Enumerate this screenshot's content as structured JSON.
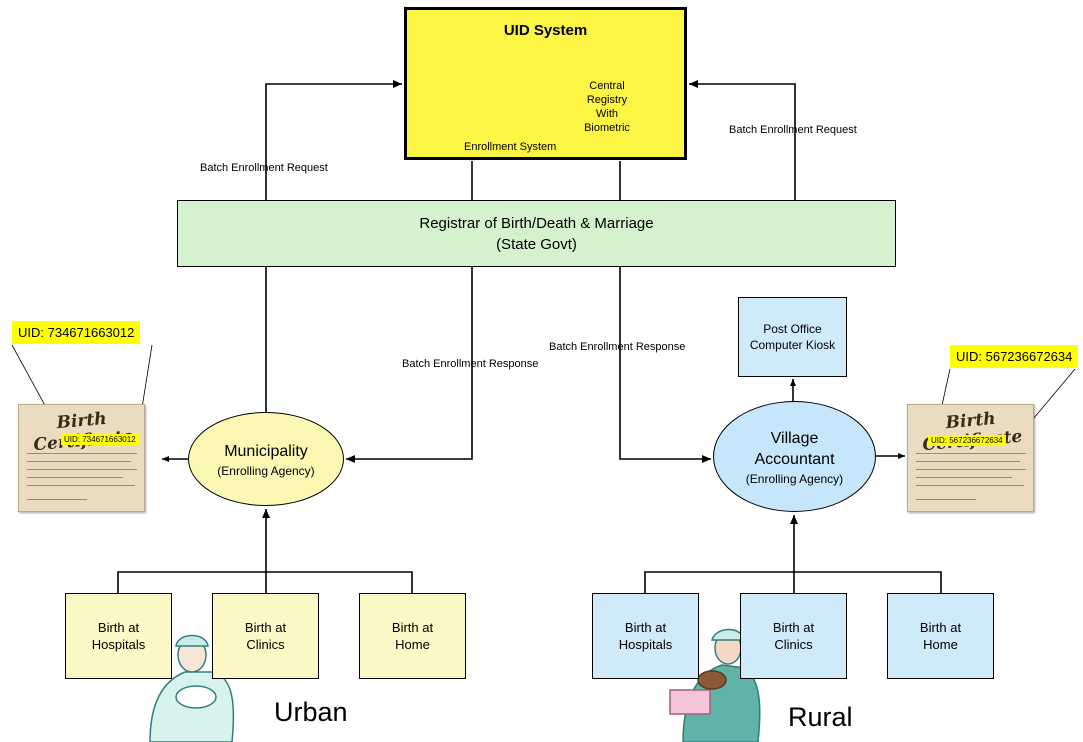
{
  "uid_system": {
    "title": "UID System",
    "enrollment_system": "Enrollment System",
    "central_registry": [
      "Central",
      "Registry",
      "With",
      "Biometric"
    ]
  },
  "registrar": {
    "line1": "Registrar of Birth/Death & Marriage",
    "line2": "(State Govt)"
  },
  "flow_labels": {
    "batch_request_left": "Batch Enrollment Request",
    "batch_request_right": "Batch Enrollment Request",
    "batch_response_left": "Batch Enrollment Response",
    "batch_response_right": "Batch Enrollment Response"
  },
  "kiosk": {
    "line1": "Post Office",
    "line2": "Computer Kiosk"
  },
  "municipality": {
    "name": "Municipality",
    "role": "(Enrolling Agency)"
  },
  "village": {
    "name1": "Village",
    "name2": "Accountant",
    "role": "(Enrolling Agency)"
  },
  "urban": {
    "uid_label": "UID: 734671663012",
    "cert_uid": "UID: 734671663012",
    "cert_title": "Birth Certificate",
    "region": "Urban",
    "births": [
      {
        "line1": "Birth at",
        "line2": "Hospitals"
      },
      {
        "line1": "Birth at",
        "line2": "Clinics"
      },
      {
        "line1": "Birth at",
        "line2": "Home"
      }
    ]
  },
  "rural": {
    "uid_label": "UID: 567236672634",
    "cert_uid": "UID: 567236672634",
    "cert_title": "Birth Certificate",
    "region": "Rural",
    "births": [
      {
        "line1": "Birth at",
        "line2": "Hospitals"
      },
      {
        "line1": "Birth at",
        "line2": "Clinics"
      },
      {
        "line1": "Birth at",
        "line2": "Home"
      }
    ]
  },
  "colors": {
    "uid_system_fill": "#fdf543",
    "registrar_fill": "#d6f1cd",
    "urban_fill": "#fcf9c6",
    "rural_fill": "#cfeaf9",
    "uid_highlight": "#ffff00"
  }
}
